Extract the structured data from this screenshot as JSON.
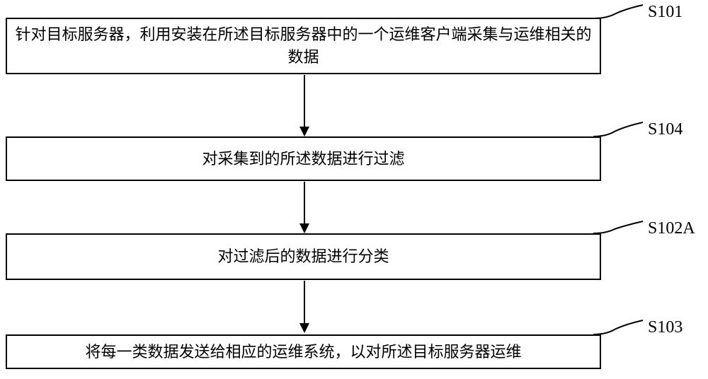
{
  "diagram": {
    "title": "flowchart-operations-data-processing",
    "steps": [
      {
        "label": "S101",
        "text": "针对目标服务器，利用安装在所述目标服务器中的一个运维客户端采集与运维相关的数据"
      },
      {
        "label": "S104",
        "text": "对采集到的所述数据进行过滤"
      },
      {
        "label": "S102A",
        "text": "对过滤后的数据进行分类"
      },
      {
        "label": "S103",
        "text": "将每一类数据发送给相应的运维系统，以对所述目标服务器运维"
      }
    ],
    "colors": {
      "stroke": "#000000",
      "background": "#ffffff"
    }
  }
}
